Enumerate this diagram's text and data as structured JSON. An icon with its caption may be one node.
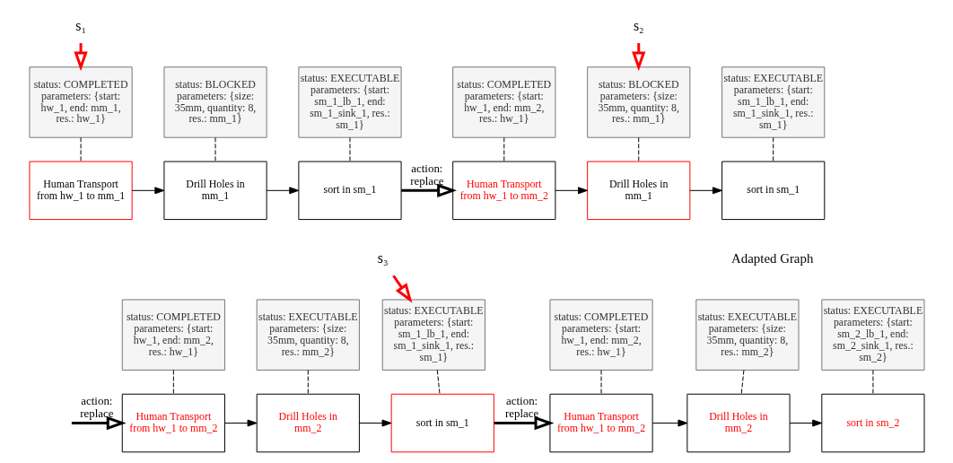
{
  "diagram": {
    "nodes": [
      {
        "text": [
          "status: COMPLETED parameters: {start: hw_1, end: mm_1, res.: hw_1}"
        ]
      },
      {
        "text": [
          "status: BLOCKED parameters: {size: 35mm, quantity: 8, res.: mm_1}"
        ]
      },
      {
        "text": [
          "status: EXECUTABLE parameters: {start: sm_1_lb_1, end: sm_1_sink_1, res.: sm_1}"
        ]
      },
      {
        "text": [
          "Human Transport from hw_1 to mm_1"
        ]
      },
      {
        "text": [
          "Drill Holes in mm_1"
        ]
      },
      {
        "text": [
          "sort in sm_1"
        ]
      },
      {
        "text": [
          "status: COMPLETED parameters: {start: hw_1, end: mm_2, res.: hw_1}"
        ]
      },
      {
        "text": [
          "status: BLOCKED parameters: {size: 35mm, quantity: 8, res.: mm_1}"
        ]
      },
      {
        "text": [
          "status: EXECUTABLE parameters: {start: sm_1_lb_1, end: sm_1_sink_1, res.: sm_1}"
        ]
      },
      {
        "text": [
          "Human Transport from hw_1 to mm_2"
        ]
      },
      {
        "text": [
          "Drill Holes in mm_1"
        ]
      },
      {
        "text": [
          "sort in sm_1"
        ]
      },
      {
        "text": [
          "status: COMPLETED parameters: {start: hw_1, end: mm_2, res.: hw_1}"
        ]
      },
      {
        "text": [
          "status: EXECUTABLE parameters: {size: 35mm, quantity: 8, res.: mm_2}"
        ]
      },
      {
        "text": [
          "status: EXECUTABLE parameters: {start: sm_1_lb_1, end: sm_1_sink_1, res.: sm_1}"
        ]
      },
      {
        "text": [
          "Human Transport from hw_1 to mm_2"
        ]
      },
      {
        "text": [
          "Drill Holes in mm_2"
        ]
      },
      {
        "text": [
          "sort in sm_1"
        ]
      },
      {
        "text": [
          "status: COMPLETED parameters: {start: hw_1, end: mm_2, res.: hw_1}"
        ]
      },
      {
        "text": [
          "status: EXECUTABLE parameters: {size: 35mm, quantity: 8, res.: mm_2}"
        ]
      },
      {
        "text": [
          "status: EXECUTABLE parameters: {start: sm_2_lb_1, end: sm_2_sink_1, res.: sm_2}"
        ]
      },
      {
        "text": [
          "Human Transport from hw_1 to mm_2"
        ]
      },
      {
        "text": [
          "Drill Holes in mm_2"
        ]
      },
      {
        "text": [
          "sort in sm_2"
        ]
      },
      {
        "text": [
          "s₁"
        ]
      },
      {
        "text": [
          "s₂"
        ]
      },
      {
        "text": [
          "s₃"
        ]
      }
    ],
    "edges": [
      {
        "from": 0,
        "to": 3,
        "arrow": "none",
        "style": "dashed"
      },
      {
        "from": 1,
        "to": 4,
        "arrow": "none",
        "style": "dashed"
      },
      {
        "from": 2,
        "to": 5,
        "arrow": "none",
        "style": "dashed"
      },
      {
        "from": 3,
        "to": 4,
        "arrow": "to"
      },
      {
        "from": 4,
        "to": 5,
        "arrow": "to"
      },
      {
        "from": 6,
        "to": 9,
        "arrow": "none",
        "style": "dashed"
      },
      {
        "from": 7,
        "to": 10,
        "arrow": "none",
        "style": "dashed"
      },
      {
        "from": 8,
        "to": 11,
        "arrow": "none",
        "style": "dashed"
      },
      {
        "from": 9,
        "to": 10,
        "arrow": "to"
      },
      {
        "from": 10,
        "to": 11,
        "arrow": "to"
      },
      {
        "from": 12,
        "to": 15,
        "arrow": "none",
        "style": "dashed"
      },
      {
        "from": 13,
        "to": 16,
        "arrow": "none",
        "style": "dashed"
      },
      {
        "from": 14,
        "to": 17,
        "arrow": "none",
        "style": "dashed"
      },
      {
        "from": 15,
        "to": 16,
        "arrow": "to"
      },
      {
        "from": 16,
        "to": 17,
        "arrow": "to"
      },
      {
        "from": 18,
        "to": 21,
        "arrow": "none",
        "style": "dashed"
      },
      {
        "from": 19,
        "to": 22,
        "arrow": "none",
        "style": "dashed"
      },
      {
        "from": 20,
        "to": 23,
        "arrow": "none",
        "style": "dashed"
      },
      {
        "from": 21,
        "to": 22,
        "arrow": "to"
      },
      {
        "from": 22,
        "to": 23,
        "arrow": "to"
      },
      {
        "from": 5,
        "to": 9,
        "arrow": "to",
        "label": "action: replace",
        "style": "thick"
      },
      {
        "from": null,
        "to": 15,
        "arrow": "to",
        "label": "action: replace",
        "style": "thick"
      },
      {
        "from": 17,
        "to": 21,
        "arrow": "to",
        "label": "action: replace",
        "style": "thick"
      },
      {
        "from": 24,
        "to": 0,
        "arrow": "to",
        "style": "thick",
        "color": "#ff0000"
      },
      {
        "from": 25,
        "to": 7,
        "arrow": "to",
        "style": "thick",
        "color": "#ff0000"
      },
      {
        "from": 26,
        "to": 14,
        "arrow": "to",
        "style": "thick",
        "color": "#ff0000"
      }
    ],
    "labels": [
      "Adapted Graph"
    ]
  }
}
